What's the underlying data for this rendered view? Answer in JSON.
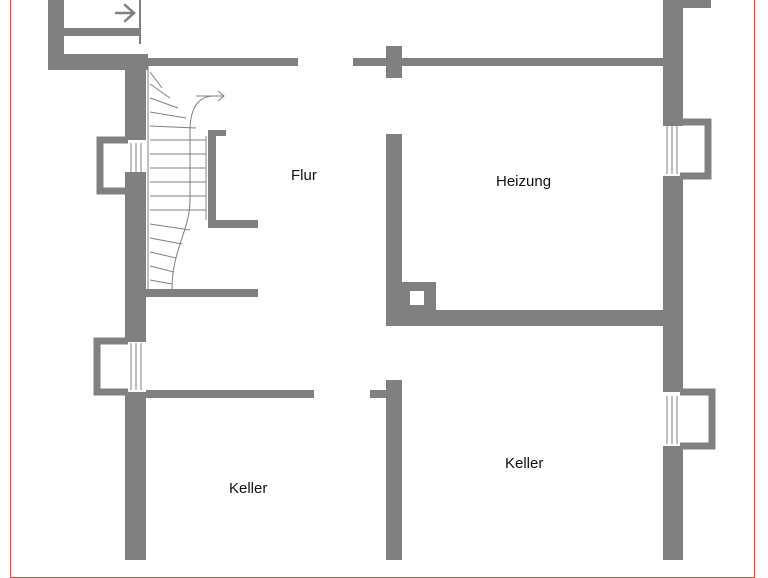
{
  "plan": {
    "wall_color": "#808080",
    "frame_color": "#d9534f",
    "rooms": {
      "flur": "Flur",
      "heizung": "Heizung",
      "keller_left": "Keller",
      "keller_right": "Keller"
    },
    "icons": {
      "entry_arrow": "arrow-right-icon",
      "stair_arrow": "arrow-right-icon"
    }
  }
}
